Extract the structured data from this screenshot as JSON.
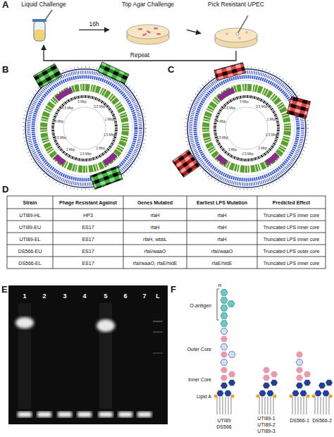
{
  "diagram": {
    "nodes": [
      {
        "text": [
          "Liquid Challenge"
        ]
      },
      {
        "text": [
          "Top Agar Challenge"
        ]
      },
      {
        "text": [
          "Pick Resistant UPEC"
        ]
      }
    ],
    "edges": [
      {
        "from": 0,
        "to": 1,
        "arrow": "to",
        "label": "16h"
      },
      {
        "from": 1,
        "to": 2,
        "arrow": "to"
      },
      {
        "from": 2,
        "to": 0,
        "arrow": "to",
        "label": "Repeat"
      }
    ],
    "labels": [
      "A",
      "B",
      "C",
      "D",
      "E",
      "F",
      "0.5 Mbp",
      "1 Mbp",
      "1.5 Mbp",
      "2 Mbp",
      "2.5 Mbp",
      "3 Mbp",
      "3.5 Mbp",
      "4 Mbp",
      "4.5 Mbp",
      "5 Mbp",
      "0.5 Mbp",
      "1 Mbp",
      "1.5 Mbp",
      "2 Mbp",
      "2.5 Mbp",
      "3 Mbp",
      "3.5 Mbp",
      "4 Mbp",
      "4.5 Mbp",
      "5 Mbp",
      "Strain",
      "Phage Resistant Against",
      "Genes Mutated",
      "Earliest LPS Mutation",
      "Predicted Effect",
      "UTI89-HL",
      "HP3",
      "rfaH",
      "rfaH",
      "Truncated LPS inner core",
      "UTI89-EU",
      "ES17",
      "rfaH",
      "rfaH",
      "Truncated LPS inner core",
      "UTI89-EL",
      "ES17",
      "rfaH, wbbL",
      "rfaH",
      "Truncated LPS inner core",
      "DS566-EU",
      "ES17",
      "rfaI/waaO",
      "rfaI/waaO",
      "Truncated LPS outer core",
      "DS566-EL",
      "ES17",
      "rfaI/waaO, rfaE/hldE",
      "rfaE/hldE",
      "Truncated LPS inner core",
      "1",
      "2",
      "3",
      "4",
      "5",
      "6",
      "7",
      "L",
      "n",
      "O-antigen",
      "Outer Core",
      "Inner Core",
      "Lipid A",
      "UTI89",
      "DS566",
      "UTI89-1",
      "UTI89-2",
      "UTI89-3",
      "DS566-1",
      "DS566-2"
    ]
  }
}
